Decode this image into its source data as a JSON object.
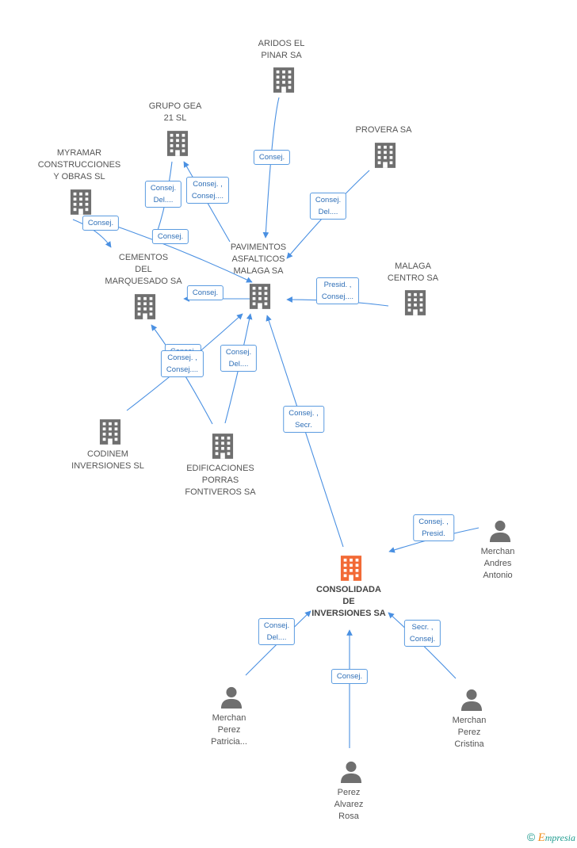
{
  "colors": {
    "edge": "#4a90e2",
    "company": "#6f6f6f",
    "main_company": "#f26a36",
    "person": "#6f6f6f"
  },
  "nodes": [
    {
      "id": "aridos",
      "type": "company",
      "lines": [
        "ARIDOS EL",
        "PINAR SA"
      ]
    },
    {
      "id": "grupo_gea",
      "type": "company",
      "lines": [
        "GRUPO GEA",
        "21 SL"
      ]
    },
    {
      "id": "provera",
      "type": "company",
      "lines": [
        "PROVERA SA"
      ]
    },
    {
      "id": "myramar",
      "type": "company",
      "lines": [
        "MYRAMAR",
        "CONSTRUCCIONES",
        "Y OBRAS SL"
      ]
    },
    {
      "id": "cementos",
      "type": "company",
      "lines": [
        "CEMENTOS",
        "DEL",
        "MARQUESADO SA"
      ]
    },
    {
      "id": "pavimentos",
      "type": "company",
      "lines": [
        "PAVIMENTOS",
        "ASFALTICOS",
        "MALAGA SA"
      ]
    },
    {
      "id": "malaga_centro",
      "type": "company",
      "lines": [
        "MALAGA",
        "CENTRO SA"
      ]
    },
    {
      "id": "codinem",
      "type": "company",
      "lines": [
        "CODINEM",
        "INVERSIONES SL"
      ]
    },
    {
      "id": "edificaciones",
      "type": "company",
      "lines": [
        "EDIFICACIONES",
        "PORRAS",
        "FONTIVEROS SA"
      ]
    },
    {
      "id": "consolidada",
      "type": "main",
      "lines": [
        "CONSOLIDADA",
        "DE",
        "INVERSIONES SA"
      ]
    },
    {
      "id": "merchan_andres",
      "type": "person",
      "lines": [
        "Merchan",
        "Andres",
        "Antonio"
      ]
    },
    {
      "id": "merchan_patricia",
      "type": "person",
      "lines": [
        "Merchan",
        "Perez",
        "Patricia..."
      ]
    },
    {
      "id": "merchan_cristina",
      "type": "person",
      "lines": [
        "Merchan",
        "Perez",
        "Cristina"
      ]
    },
    {
      "id": "perez_rosa",
      "type": "person",
      "lines": [
        "Perez",
        "Alvarez",
        "Rosa"
      ]
    }
  ],
  "edges": [
    {
      "id": "e_aridos_pav",
      "lines": [
        "Consej."
      ]
    },
    {
      "id": "e_provera_pav",
      "lines": [
        "Consej.",
        "Del...."
      ]
    },
    {
      "id": "e_malaga_pav",
      "lines": [
        "Presid. ,",
        "Consej...."
      ]
    },
    {
      "id": "e_gea_cementos",
      "lines": [
        "Consej.",
        "Del...."
      ]
    },
    {
      "id": "e_pav_gea",
      "lines": [
        "Consej. ,",
        "Consej...."
      ]
    },
    {
      "id": "e_myramar_cementos",
      "lines": [
        "Consej."
      ]
    },
    {
      "id": "e_myramar_pav",
      "lines": [
        "Consej."
      ]
    },
    {
      "id": "e_pav_cementos",
      "lines": [
        "Consej."
      ]
    },
    {
      "id": "e_edif_cementos",
      "lines": [
        "Consej."
      ]
    },
    {
      "id": "e_codinem_pav",
      "lines": [
        "Consej. ,",
        "Consej...."
      ]
    },
    {
      "id": "e_edif_pav",
      "lines": [
        "Consej.",
        "Del...."
      ]
    },
    {
      "id": "e_cons_pav",
      "lines": [
        "Consej. ,",
        "Secr."
      ]
    },
    {
      "id": "e_andres_cons",
      "lines": [
        "Consej. ,",
        "Presid."
      ]
    },
    {
      "id": "e_patricia_cons",
      "lines": [
        "Consej.",
        "Del...."
      ]
    },
    {
      "id": "e_rosa_cons",
      "lines": [
        "Consej."
      ]
    },
    {
      "id": "e_cristina_cons",
      "lines": [
        "Secr. ,",
        "Consej."
      ]
    }
  ],
  "footer": {
    "copyright": "©",
    "brand_initial": "E",
    "brand_rest": "mpresia"
  }
}
